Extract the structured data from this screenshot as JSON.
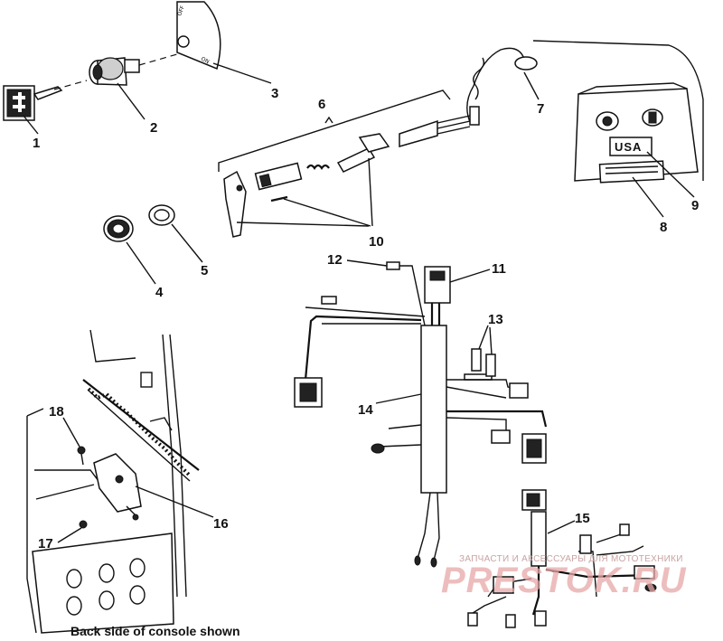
{
  "callouts": [
    {
      "id": "1",
      "label": "1"
    },
    {
      "id": "2",
      "label": "2"
    },
    {
      "id": "3",
      "label": "3"
    },
    {
      "id": "4",
      "label": "4"
    },
    {
      "id": "5",
      "label": "5"
    },
    {
      "id": "6",
      "label": "6"
    },
    {
      "id": "7",
      "label": "7"
    },
    {
      "id": "8",
      "label": "8"
    },
    {
      "id": "9",
      "label": "9"
    },
    {
      "id": "10",
      "label": "10"
    },
    {
      "id": "11",
      "label": "11"
    },
    {
      "id": "12",
      "label": "12"
    },
    {
      "id": "13",
      "label": "13"
    },
    {
      "id": "14",
      "label": "14"
    },
    {
      "id": "15",
      "label": "15"
    },
    {
      "id": "16",
      "label": "16"
    },
    {
      "id": "17",
      "label": "17"
    },
    {
      "id": "18",
      "label": "18"
    }
  ],
  "switch_plate": {
    "off": "OFF",
    "on": "ON"
  },
  "console_badge": "USA",
  "caption": "Back side of console shown",
  "watermark": {
    "tagline": "ЗАПЧАСТИ И АКСЕССУАРЫ ДЛЯ МОТОТЕХНИКИ",
    "logo": "PRESTOK.RU"
  }
}
